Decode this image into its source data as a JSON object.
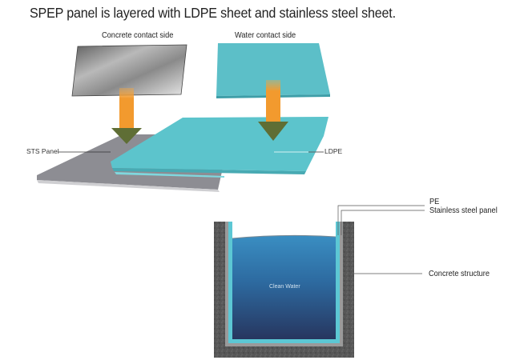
{
  "title": "SPEP panel is layered with LDPE sheet and stainless steel sheet.",
  "exploded_view": {
    "left_sheet_label": "Concrete contact side",
    "right_sheet_label": "Water contact side",
    "callouts": {
      "sts_panel": "STS Panel",
      "ldpe": "LDPE"
    },
    "colors": {
      "steel": "#8d8d93",
      "ldpe": "#5cc4cc",
      "arrow_top": "#f29a2e",
      "arrow_head": "#5f6e35"
    }
  },
  "cross_section": {
    "water_label": "Clean Water",
    "callouts": {
      "pe": "PE",
      "stainless": "Stainless steel panel",
      "concrete": "Concrete structure"
    },
    "colors": {
      "concrete": "#555555",
      "steel_layer": "#9a9a9a",
      "pe_layer": "#5cc7d4",
      "water_top": "#2f7fb3",
      "water_bottom": "#2a3d6a"
    }
  }
}
